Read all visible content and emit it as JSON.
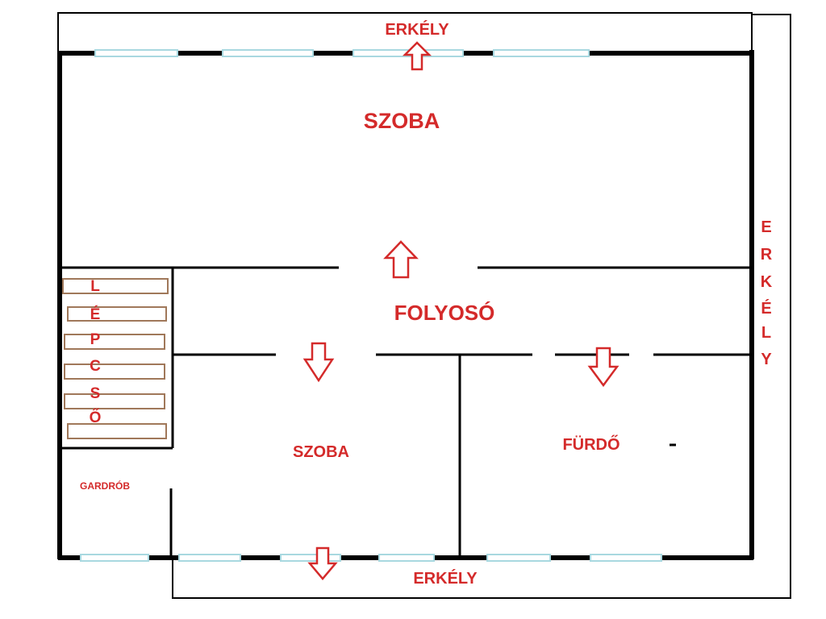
{
  "labels": {
    "balcony_top": "ERKÉLY",
    "room_main": "SZOBA",
    "hallway": "FOLYOSÓ",
    "room_small": "SZOBA",
    "bathroom": "FÜRDŐ",
    "wardrobe": "GARDRÓB",
    "balcony_bottom": "ERKÉLY",
    "balcony_right": [
      "E",
      "R",
      "K",
      "É",
      "L",
      "Y"
    ],
    "staircase": [
      "L",
      "É",
      "P",
      "C",
      "S",
      "Ő"
    ]
  },
  "colors": {
    "label": "#d42a2a",
    "wall": "#000000",
    "window": "#a8d8e0",
    "stair": "#a0785a",
    "arrow": "#d42a2a"
  }
}
